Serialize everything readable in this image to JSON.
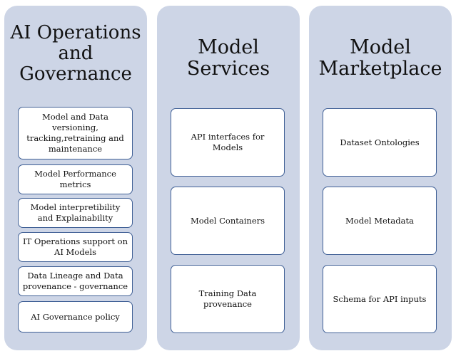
{
  "columns": [
    {
      "title": "AI Operations\nand\nGovernance",
      "items": [
        "Model and Data versioning, tracking,retraining and maintenance",
        "Model Performance metrics",
        "Model interpretibility and Explainability",
        "IT Operations support on AI Models",
        "Data Lineage and Data provenance - governance",
        "AI Governance policy"
      ]
    },
    {
      "title": "Model\nServices",
      "items": [
        "API interfaces for Models",
        "Model Containers",
        "Training Data provenance"
      ]
    },
    {
      "title": "Model\nMarketplace",
      "items": [
        "Dataset Ontologies",
        "Model Metadata",
        "Schema for API inputs"
      ]
    }
  ],
  "colors": {
    "panel": "#cdd5e6",
    "box_border": "#3f5f95",
    "box_fill": "#ffffff",
    "text": "#111111"
  }
}
